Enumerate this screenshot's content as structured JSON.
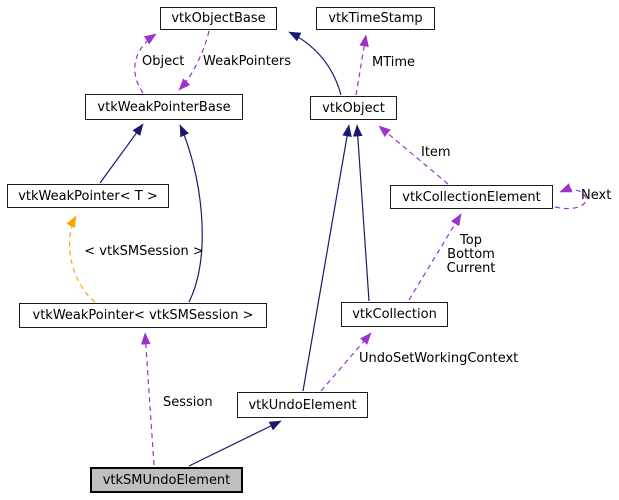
{
  "diagram": {
    "type": "class-collaboration-graph",
    "nodes": [
      {
        "label": "vtkObjectBase",
        "highlighted": false
      },
      {
        "label": "vtkTimeStamp",
        "highlighted": false
      },
      {
        "label": "vtkWeakPointerBase",
        "highlighted": false
      },
      {
        "label": "vtkObject",
        "highlighted": false
      },
      {
        "label": "vtkWeakPointer< T >",
        "highlighted": false
      },
      {
        "label": "vtkCollectionElement",
        "highlighted": false
      },
      {
        "label": "vtkWeakPointer< vtkSMSession >",
        "highlighted": false
      },
      {
        "label": "vtkCollection",
        "highlighted": false
      },
      {
        "label": "vtkUndoElement",
        "highlighted": false
      },
      {
        "label": "vtkSMUndoElement",
        "highlighted": true
      }
    ],
    "edge_labels": {
      "object": "Object",
      "weak_pointers": "WeakPointers",
      "mtime": "MTime",
      "item": "Item",
      "next": "Next",
      "top_bottom_current": [
        "Top",
        "Bottom",
        "Current"
      ],
      "template_instance": "< vtkSMSession >",
      "undo_set_working_context": "UndoSetWorkingContext",
      "session": "Session"
    },
    "colors": {
      "inheritance": "#191970",
      "usage": "#9a32cd",
      "template": "#ffa500",
      "node_fill": "#ffffff",
      "highlight_fill": "#bfbfbf",
      "border": "#1a1a1a",
      "background": "#ffffff"
    }
  }
}
